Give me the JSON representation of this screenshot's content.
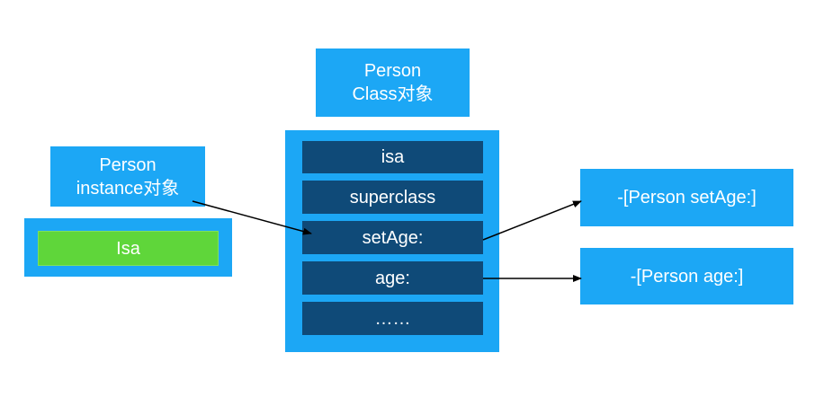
{
  "class_object": {
    "title_line1": "Person",
    "title_line2": "Class对象",
    "rows": [
      {
        "label": "isa"
      },
      {
        "label": "superclass"
      },
      {
        "label": "setAge:"
      },
      {
        "label": "age:"
      },
      {
        "label": "……"
      }
    ]
  },
  "instance_object": {
    "title_line1": "Person",
    "title_line2": "instance对象",
    "isa_label": "Isa"
  },
  "methods": {
    "set_age": "-[Person setAge:]",
    "age": "-[Person age:]"
  },
  "colors": {
    "box_blue": "#1ca7f5",
    "row_dark": "#0f4a78",
    "isa_green": "#5fd63a",
    "arrow": "#000000"
  }
}
